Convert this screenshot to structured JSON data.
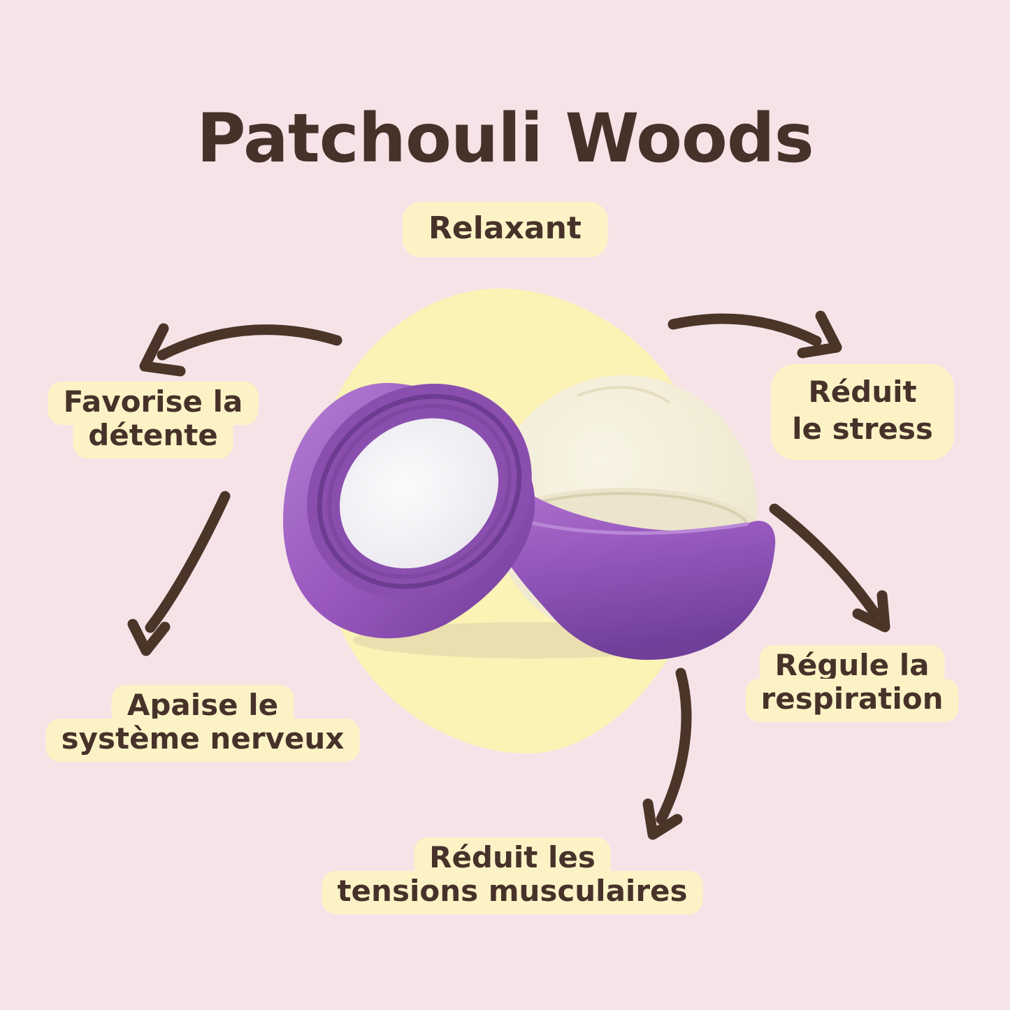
{
  "header": {
    "title": "Patchouli Woods",
    "subtitle_badge": "Relaxant"
  },
  "benefits": {
    "detente": {
      "lines": [
        "Favorise la",
        "détente"
      ]
    },
    "stress": {
      "lines": [
        "Réduit",
        "le stress"
      ]
    },
    "nerveux": {
      "lines": [
        "Apaise le",
        "système nerveux"
      ]
    },
    "respiration": {
      "lines": [
        "Régule la",
        "respiration"
      ]
    },
    "tensions": {
      "lines": [
        "Réduit les",
        "tensions musculaires"
      ]
    }
  },
  "icons": {
    "arrow_top_left": "curved-arrow-pointing-lower-left",
    "arrow_top_right": "curved-arrow-pointing-lower-right",
    "arrow_mid_left": "curved-arrow-pointing-down",
    "arrow_mid_right": "curved-arrow-pointing-down-right",
    "arrow_bottom": "curved-arrow-pointing-down"
  },
  "product": {
    "description_semantic": "open purple sphere lip balm with cream balm dome"
  },
  "colors": {
    "background_pink": "#f6e3e8",
    "badge_yellow": "#fbf3c6",
    "blob_yellow": "#fbf2b6",
    "text_brown": "#47322a",
    "arrow_brown": "#4a3528",
    "product_purple": "#9a5bc0",
    "balm_cream": "#f2ecd8"
  }
}
